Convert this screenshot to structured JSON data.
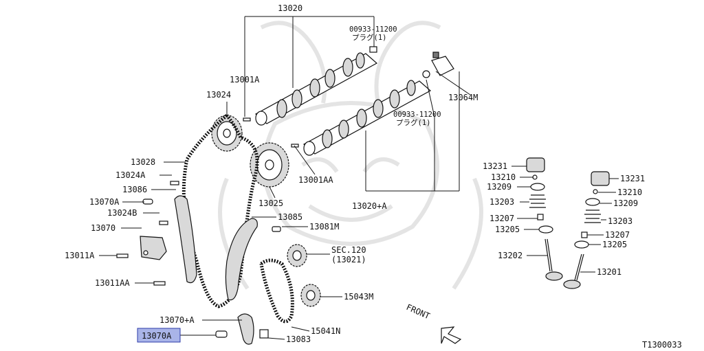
{
  "diagram_id": "T1300033",
  "front_label": "FRONT",
  "highlighted_part": "13070A",
  "labels": {
    "p13020": "13020",
    "plug1_num": "00933-11200",
    "plug1_txt": "プラグ(1)",
    "p13001A": "13001A",
    "p13024": "13024",
    "p13064M": "13064M",
    "plug2_num": "00933-11200",
    "plug2_txt": "プラグ(1)",
    "p13028": "13028",
    "p13024A": "13024A",
    "p13086": "13086",
    "p13070A_top": "13070A",
    "p13024B": "13024B",
    "p13070": "13070",
    "p13011A": "13011A",
    "p13011AA": "13011AA",
    "p13025": "13025",
    "p13001AA": "13001AA",
    "p13020A": "13020+A",
    "p13085": "13085",
    "p13081M": "13081M",
    "sec120": "SEC.120",
    "sec120_sub": "(13021)",
    "p15043M": "15043M",
    "p13070plusA": "13070+A",
    "p13070A_hl": "13070A",
    "p15041N": "15041N",
    "p13083": "13083",
    "p13231_l": "13231",
    "p13210_l": "13210",
    "p13209_l": "13209",
    "p13203_l": "13203",
    "p13207_l": "13207",
    "p13205_l": "13205",
    "p13202": "13202",
    "p13231_r": "13231",
    "p13210_r": "13210",
    "p13209_r": "13209",
    "p13203_r": "13203",
    "p13207_r": "13207",
    "p13205_r": "13205",
    "p13201": "13201"
  }
}
